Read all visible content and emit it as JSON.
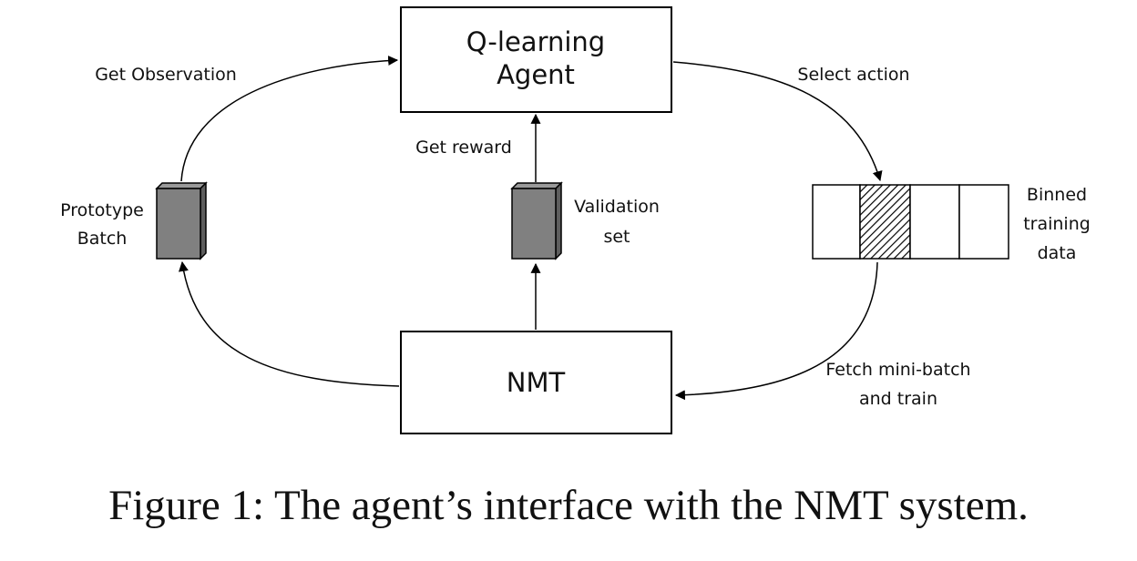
{
  "nodes": {
    "agent": [
      "Q-learning",
      "Agent"
    ],
    "nmt": [
      "NMT"
    ],
    "prototype_batch": [
      "Prototype",
      "Batch"
    ],
    "validation_set": [
      "Validation",
      "set"
    ],
    "binned_data": [
      "Binned",
      "training",
      "data"
    ]
  },
  "edges": {
    "get_observation": [
      "Get Observation"
    ],
    "select_action": [
      "Select action"
    ],
    "get_reward": [
      "Get reward"
    ],
    "fetch_minibatch": [
      "Fetch mini-batch",
      "and train"
    ]
  },
  "caption": "Figure 1: The agent’s interface with the NMT system."
}
